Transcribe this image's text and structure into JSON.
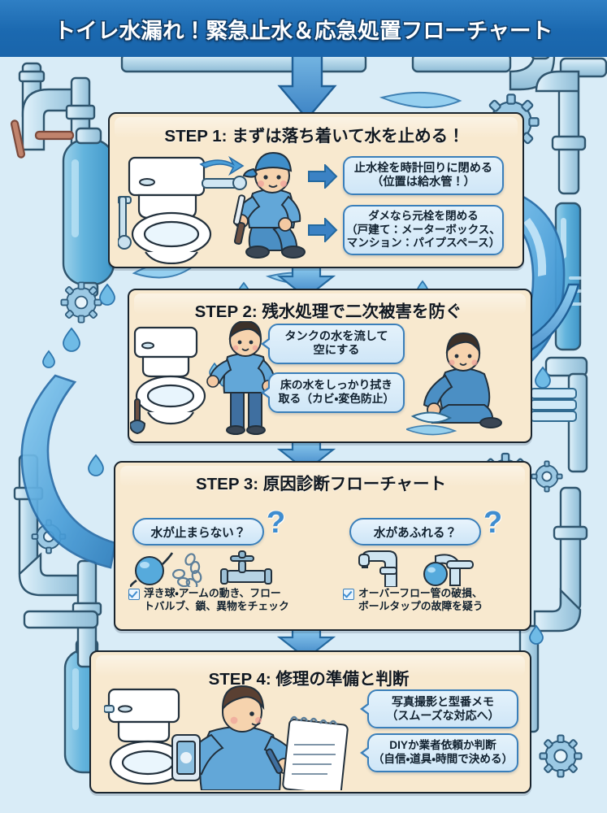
{
  "header": {
    "title": "トイレ水漏れ！緊急止水＆応急処置フローチャート",
    "bg_color": "#1b69b0",
    "text_color": "#ffffff"
  },
  "theme": {
    "page_background": "#d5eaf5",
    "panel_background": "#f8e9cf",
    "panel_border": "#19242e",
    "callout_background": "#d6e9f7",
    "callout_border": "#3a7fba",
    "arrow_color": "#3b82c4",
    "accent_blue": "#3f8dd0"
  },
  "steps": [
    {
      "id": "step1",
      "title": "STEP 1: まずは落ち着いて水を止める！",
      "callouts": [
        {
          "lines": [
            "止水栓を時計回りに閉める",
            "（位置は給水管！）"
          ]
        },
        {
          "lines": [
            "ダメなら元栓を閉める",
            "（戸建て：メーターボックス、",
            "マンション：パイプスペース）"
          ]
        }
      ],
      "illustration": "plumber-closing-shutoff-valve-toilet"
    },
    {
      "id": "step2",
      "title": "STEP 2: 残水処理で二次被害を防ぐ",
      "callouts": [
        {
          "lines": [
            "タンクの水を流して",
            "空にする"
          ]
        },
        {
          "lines": [
            "床の水をしっかり拭き",
            "取る（カビ・変色防止）"
          ]
        }
      ],
      "illustration": "worker-flushing-tank-and-worker-wiping-floor-with-towels"
    },
    {
      "id": "step3",
      "title": "STEP 3: 原因診断フローチャート",
      "branches": [
        {
          "question": "水が止まらない？",
          "icons": [
            "float-ball-icon",
            "chain-icon",
            "valve-icon"
          ],
          "check_lines": [
            "浮き球・アームの動き、フロー",
            "トバルブ、鎖、異物をチェック"
          ]
        },
        {
          "question": "水があふれる？",
          "icons": [
            "overflow-pipe-icon",
            "ball-tap-icon"
          ],
          "check_lines": [
            "オーバーフロー管の破損、",
            "ボールタップの故障を疑う"
          ]
        }
      ]
    },
    {
      "id": "step4",
      "title": "STEP 4: 修理の準備と判断",
      "callouts": [
        {
          "lines": [
            "写真撮影と型番メモ",
            "（スムーズな対応へ）"
          ]
        },
        {
          "lines": [
            "DIYか業者依頼か判断",
            "（自信・道具・時間で決める）"
          ]
        }
      ],
      "illustration": "person-photographing-toilet-and-taking-notes-on-clipboard"
    }
  ],
  "decorations": {
    "pipes": "blue-pipe-network",
    "gears": "gear-icon",
    "water": "water-splash-and-droplets",
    "down_arrows": "connector-arrow-down"
  }
}
